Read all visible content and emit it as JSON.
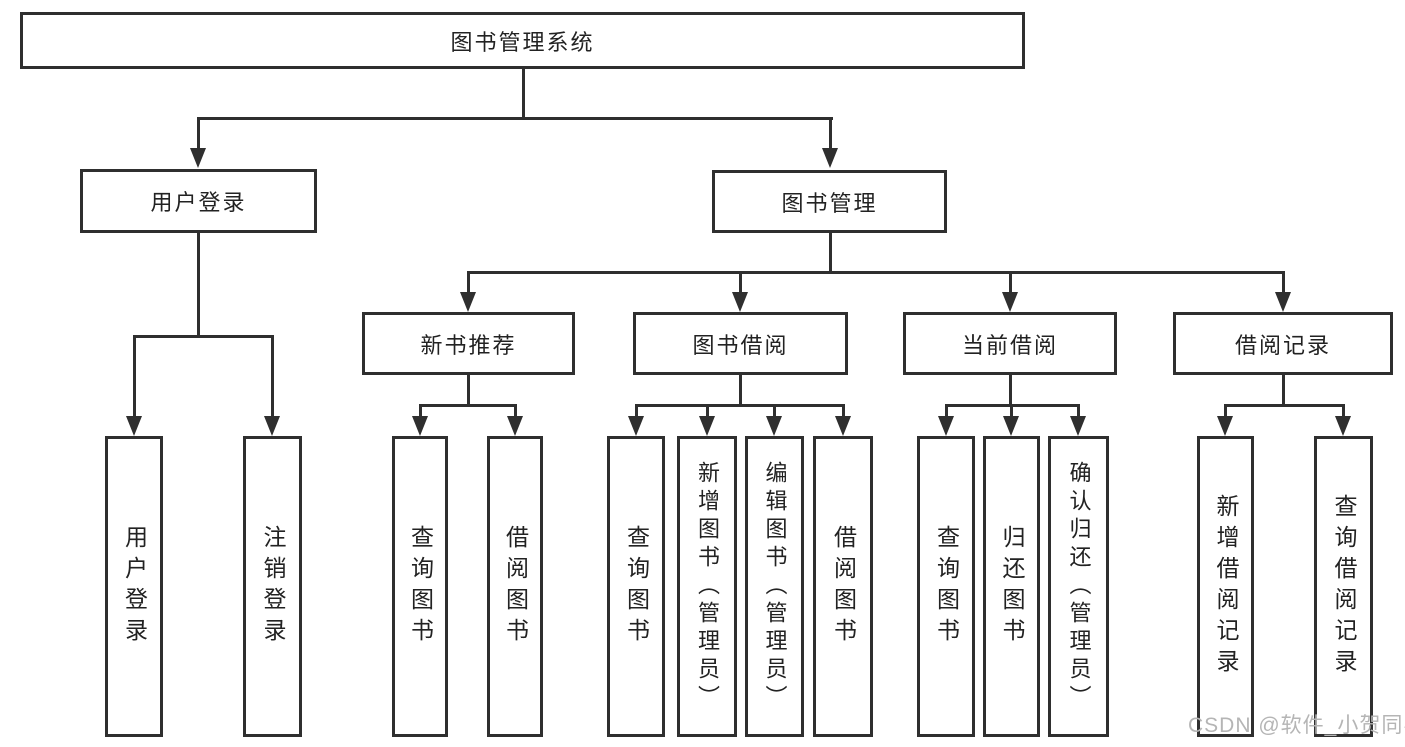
{
  "diagram": {
    "root": "图书管理系统",
    "level2": {
      "user_login": "用户登录",
      "book_mgmt": "图书管理"
    },
    "level3": {
      "new_book_rec": "新书推荐",
      "book_borrow": "图书借阅",
      "current_borrow": "当前借阅",
      "borrow_records": "借阅记录"
    },
    "leaves": {
      "ul_login": "用户登录",
      "ul_logout": "注销登录",
      "nbr_query_book": "查询图书",
      "nbr_borrow_book": "借阅图书",
      "bb_query_book": "查询图书",
      "bb_add_book": "新增图书（管理员）",
      "bb_edit_book": "编辑图书（管理员）",
      "bb_borrow_book": "借阅图书",
      "cb_query_book": "查询图书",
      "cb_return_book": "归还图书",
      "cb_confirm_return": "确认归还（管理员）",
      "br_add_record": "新增借阅记录",
      "br_query_record": "查询借阅记录"
    }
  },
  "watermark": "CSDN @软件_小贺同学",
  "colors": {
    "line": "#2f2f2f",
    "text": "#222222",
    "watermark": "#b5b5b5",
    "background": "#ffffff"
  }
}
